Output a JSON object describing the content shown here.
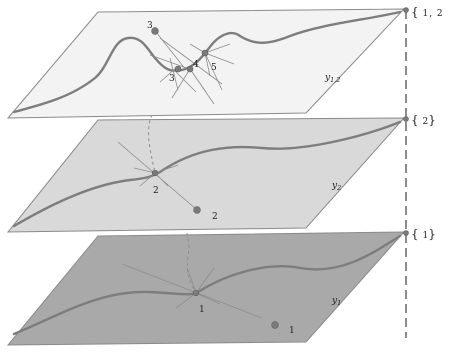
{
  "diagram": {
    "planes": {
      "top": {
        "label": "y1,2",
        "set_label": "{ 1, 2"
      },
      "middle": {
        "label": "y2",
        "set_label": "{ 2}"
      },
      "bottom": {
        "label": "y1",
        "set_label": "{ 1}"
      }
    },
    "nodes": {
      "top_left_3": "3",
      "top_mid_3": "3",
      "top_4": "4",
      "top_5": "5",
      "middle_main": "2",
      "middle_side": "2",
      "bottom_main": "1",
      "bottom_side": "1"
    },
    "colors": {
      "plane_top": "#f3f3f3",
      "plane_middle": "#d9d9d9",
      "plane_bottom": "#a9a9a9",
      "curve": "#7d7d7d",
      "node": "#7a7a7a"
    }
  }
}
